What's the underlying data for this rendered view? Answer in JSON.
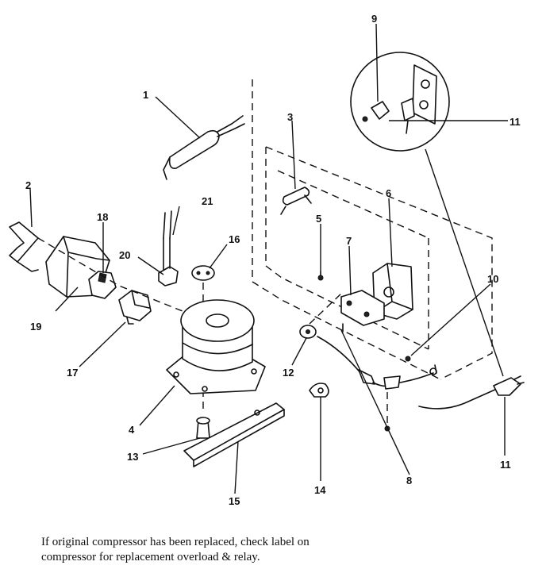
{
  "callouts": {
    "c1": "1",
    "c2": "2",
    "c3": "3",
    "c4": "4",
    "c5": "5",
    "c6": "6",
    "c7": "7",
    "c8": "8",
    "c9": "9",
    "c10": "10",
    "c11_top": "11",
    "c11_bottom": "11",
    "c12": "12",
    "c13": "13",
    "c14": "14",
    "c15": "15",
    "c16": "16",
    "c17": "17",
    "c18": "18",
    "c19": "19",
    "c20": "20",
    "c21": "21"
  },
  "note": {
    "line1": "If original compressor has been replaced, check label on",
    "line2": "compressor for replacement overload & relay."
  }
}
